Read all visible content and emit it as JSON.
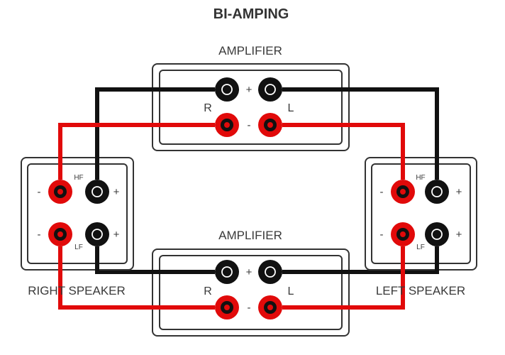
{
  "title": "BI-AMPING",
  "amplifiers": [
    {
      "label": "AMPLIFIER",
      "plus": "+",
      "minus": "-",
      "right_channel": "R",
      "left_channel": "L"
    },
    {
      "label": "AMPLIFIER",
      "plus": "+",
      "minus": "-",
      "right_channel": "R",
      "left_channel": "L"
    }
  ],
  "speakers": {
    "right": {
      "label": "RIGHT SPEAKER",
      "hf": "HF",
      "lf": "LF",
      "plus": "+",
      "minus": "-"
    },
    "left": {
      "label": "LEFT SPEAKER",
      "hf": "HF",
      "lf": "LF",
      "plus": "+",
      "minus": "-"
    }
  },
  "colors": {
    "positive": "#111111",
    "negative": "#e10a0a",
    "outline": "#333333"
  }
}
